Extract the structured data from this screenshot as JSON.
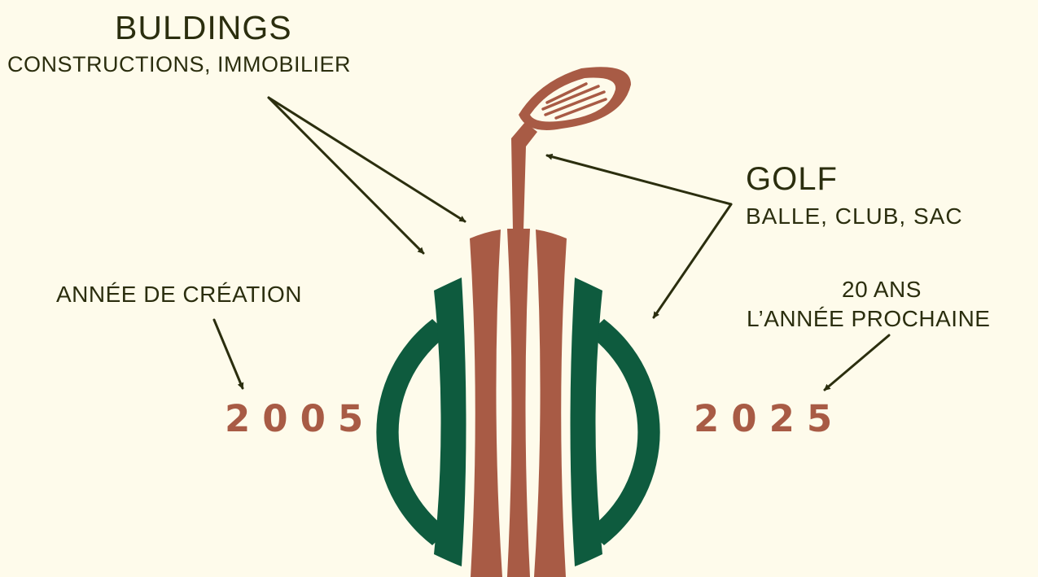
{
  "annotations": {
    "buildings_title": "BULDINGS",
    "buildings_subtitle": "CONSTRUCTIONS, IMMOBILIER",
    "golf_title": "GOLF",
    "golf_subtitle": "BALLE, CLUB, SAC",
    "creation_label": "ANNÉE DE CRÉATION",
    "anniversary_line1": "20 ANS",
    "anniversary_line2": "L’ANNÉE PROCHAINE"
  },
  "years": {
    "start": "2005",
    "next": "2025"
  },
  "colors": {
    "background": "#fefbeb",
    "green": "#0e5b3e",
    "terracotta": "#a85b45",
    "text": "#2b2e0e"
  },
  "logo": {
    "icon": "golf-club-in-bag-logo"
  }
}
